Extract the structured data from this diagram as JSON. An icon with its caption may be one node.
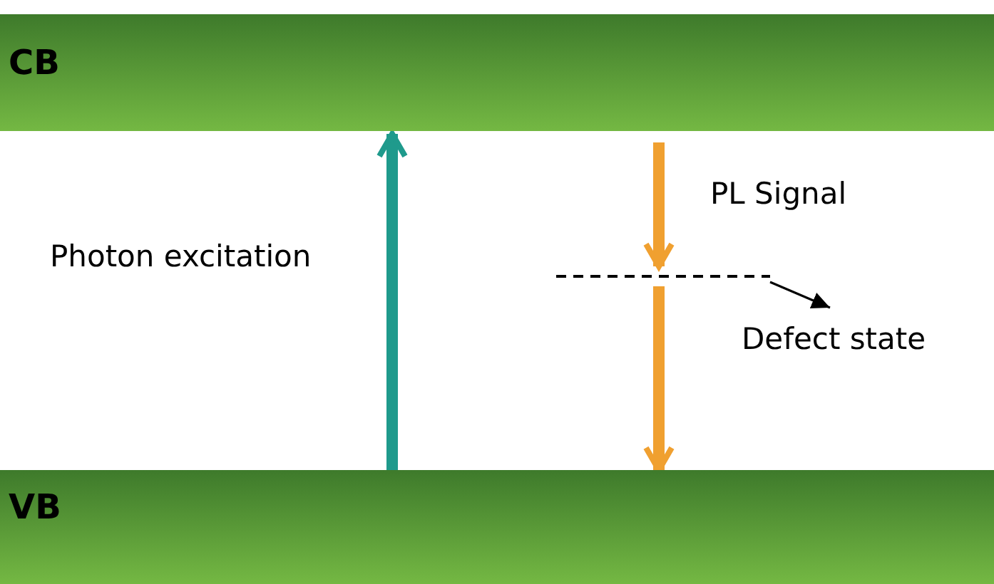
{
  "diagram": {
    "nodes": [
      {
        "text": [
          "CB"
        ]
      },
      {
        "text": [],
        "shape": "line"
      },
      {
        "text": [
          "Defect state"
        ]
      },
      {
        "text": [
          "VB"
        ]
      }
    ],
    "edges": [
      {
        "from": 3,
        "to": 0,
        "arrow": "to",
        "color": "#1f9a8c"
      },
      {
        "from": 0,
        "to": 1,
        "arrow": "to",
        "color": "#f0a030"
      },
      {
        "from": 1,
        "to": 3,
        "arrow": "to",
        "color": "#f0a030"
      },
      {
        "from": 1,
        "to": 2,
        "arrow": "to",
        "color": "#000000"
      }
    ],
    "labels": [
      "Photon excitation",
      "PL Signal"
    ]
  }
}
